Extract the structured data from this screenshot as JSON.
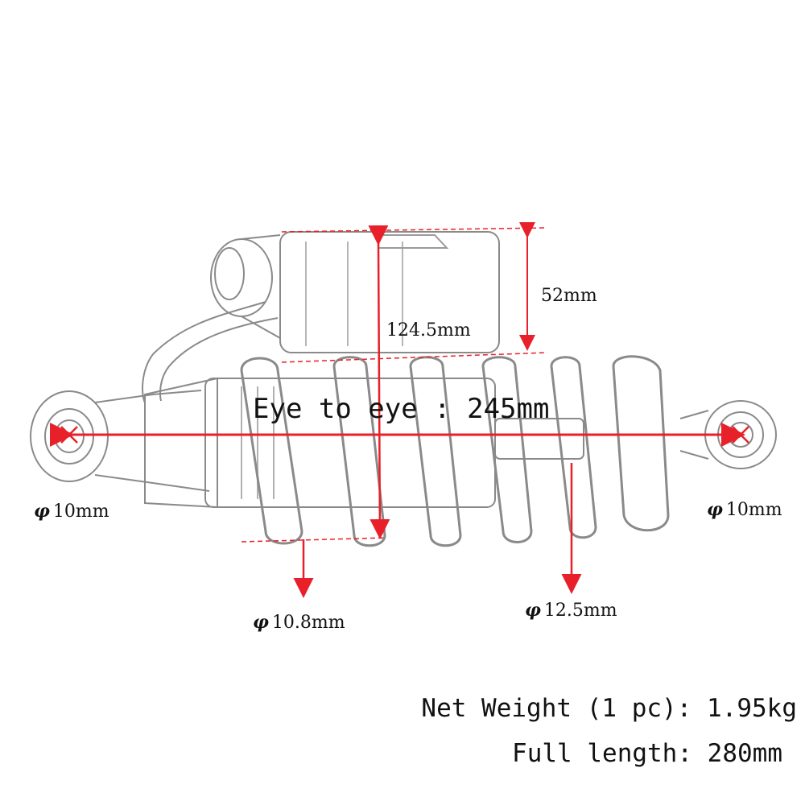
{
  "dimensions": {
    "eye_to_eye": "Eye to eye : 245mm",
    "reservoir_height": "52mm",
    "total_height": "124.5mm",
    "left_eye": "10mm",
    "right_eye": "10mm",
    "spring_wire": "10.8mm",
    "shaft": "12.5mm",
    "phi_symbol": "φ"
  },
  "specs": {
    "net_weight": "Net Weight (1 pc): 1.95kg",
    "full_length": "Full length: 280mm"
  },
  "colors": {
    "dimension_line": "#e8202a",
    "sketch_line": "#8a8a8a",
    "text": "#111111"
  }
}
